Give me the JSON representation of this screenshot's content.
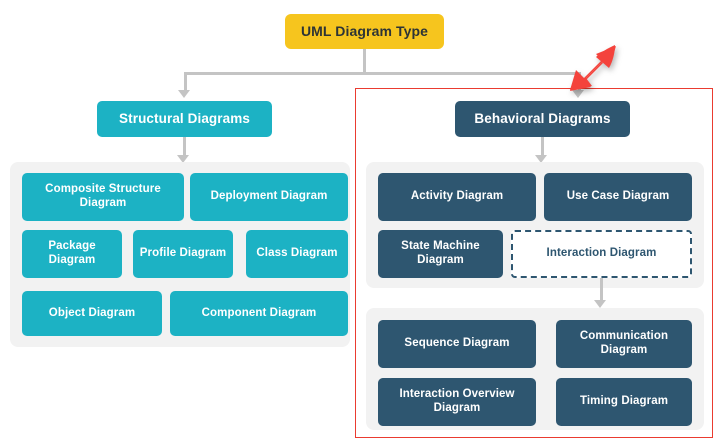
{
  "diagram": {
    "title": "UML Diagram Type",
    "root": {
      "label": "UML Diagram Type",
      "color": "#f6c51e"
    },
    "branches": [
      {
        "key": "structural",
        "label": "Structural Diagrams",
        "color": "#1cb2c4",
        "children": [
          {
            "label": "Composite Structure Diagram"
          },
          {
            "label": "Deployment Diagram"
          },
          {
            "label": "Package Diagram"
          },
          {
            "label": "Profile Diagram"
          },
          {
            "label": "Class Diagram"
          },
          {
            "label": "Object Diagram"
          },
          {
            "label": "Component Diagram"
          }
        ]
      },
      {
        "key": "behavioral",
        "label": "Behavioral Diagrams",
        "color": "#2e5670",
        "children": [
          {
            "label": "Activity Diagram"
          },
          {
            "label": "Use Case Diagram"
          },
          {
            "label": "State Machine Diagram"
          },
          {
            "label": "Interaction Diagram",
            "style": "dashed"
          }
        ],
        "subgroup": {
          "parent": "Interaction Diagram",
          "children": [
            {
              "label": "Sequence Diagram"
            },
            {
              "label": "Communication Diagram"
            },
            {
              "label": "Interaction Overview Diagram"
            },
            {
              "label": "Timing Diagram"
            }
          ]
        }
      }
    ],
    "annotation": {
      "type": "pointer-arrow",
      "color": "#f4433c",
      "points_to": "Behavioral Diagrams",
      "highlight_color": "#ea3b30"
    },
    "colors": {
      "root": "#f6c51e",
      "teal": "#1cb2c4",
      "navy": "#2e5670",
      "panel": "#f2f2f2",
      "connector": "#c4c4c4",
      "highlight": "#ea3b30",
      "pointer": "#f4433c"
    }
  }
}
